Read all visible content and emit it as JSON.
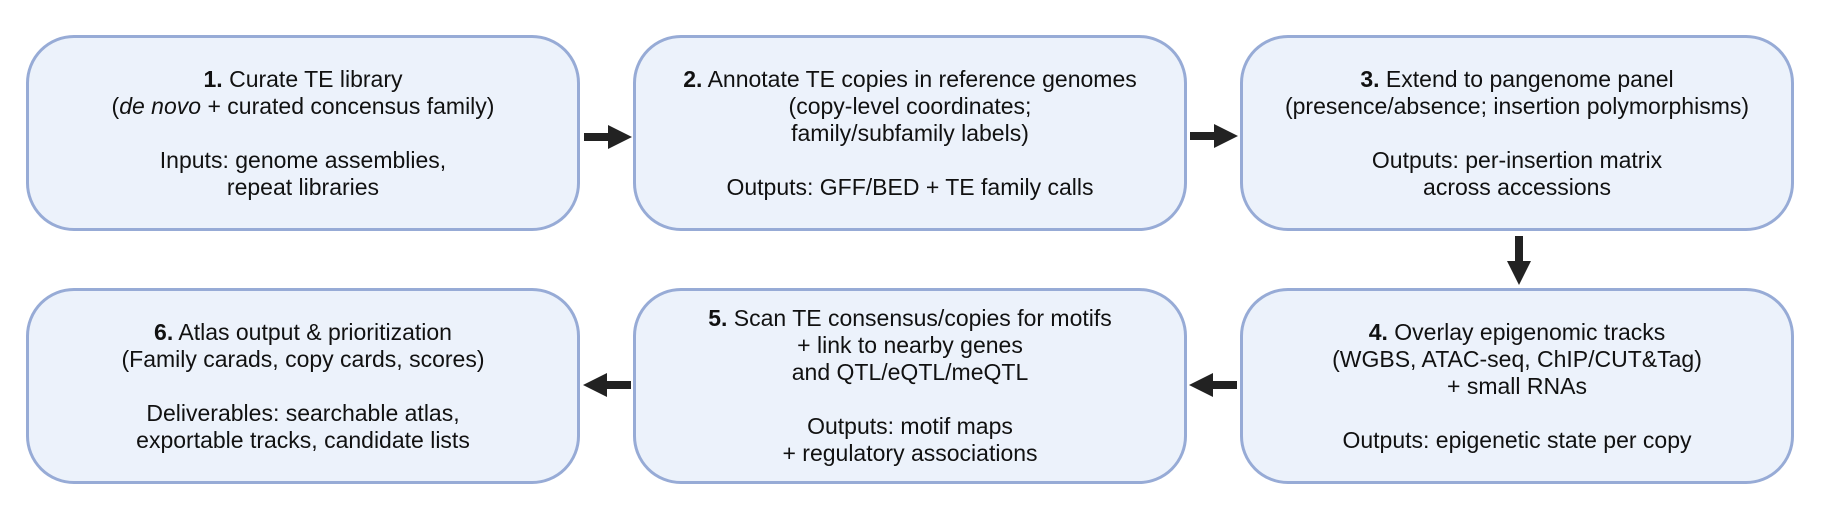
{
  "diagram": {
    "type": "workflow",
    "colors": {
      "box_fill": "#ecf2fb",
      "box_border": "#97abd6",
      "arrow": "#222222",
      "text": "#111111"
    },
    "steps": [
      {
        "number": "1.",
        "title": "Curate TE library",
        "line2_italic": "de novo",
        "line2_rest": " + curated concensus family)",
        "line2_open": "(",
        "detail_lines": [
          "Inputs: genome assemblies,",
          "repeat libraries"
        ]
      },
      {
        "number": "2.",
        "title": "Annotate TE copies in reference genomes",
        "sub_lines": [
          "(copy-level coordinates;",
          "family/subfamily labels)"
        ],
        "detail_lines": [
          "Outputs: GFF/BED + TE family calls"
        ]
      },
      {
        "number": "3.",
        "title": "Extend to pangenome panel",
        "sub_lines": [
          "(presence/absence; insertion polymorphisms)"
        ],
        "detail_lines": [
          "Outputs: per-insertion matrix",
          "across accessions"
        ]
      },
      {
        "number": "4.",
        "title": "Overlay epigenomic tracks",
        "sub_lines": [
          "(WGBS, ATAC-seq, ChIP/CUT&Tag)",
          "+ small RNAs"
        ],
        "detail_lines": [
          "Outputs: epigenetic state per copy"
        ]
      },
      {
        "number": "5.",
        "title": "Scan TE consensus/copies for motifs",
        "sub_lines": [
          "+ link to nearby genes",
          "and QTL/eQTL/meQTL"
        ],
        "detail_lines": [
          "Outputs: motif maps",
          "+ regulatory associations"
        ]
      },
      {
        "number": "6.",
        "title": "Atlas output & prioritization",
        "sub_lines": [
          "(Family carads, copy cards, scores)"
        ],
        "detail_lines": [
          "Deliverables: searchable atlas,",
          "exportable tracks, candidate lists"
        ]
      }
    ],
    "connections": [
      {
        "from": 1,
        "to": 2,
        "direction": "right"
      },
      {
        "from": 2,
        "to": 3,
        "direction": "right"
      },
      {
        "from": 3,
        "to": 4,
        "direction": "down"
      },
      {
        "from": 4,
        "to": 5,
        "direction": "left"
      },
      {
        "from": 5,
        "to": 6,
        "direction": "left"
      }
    ]
  }
}
